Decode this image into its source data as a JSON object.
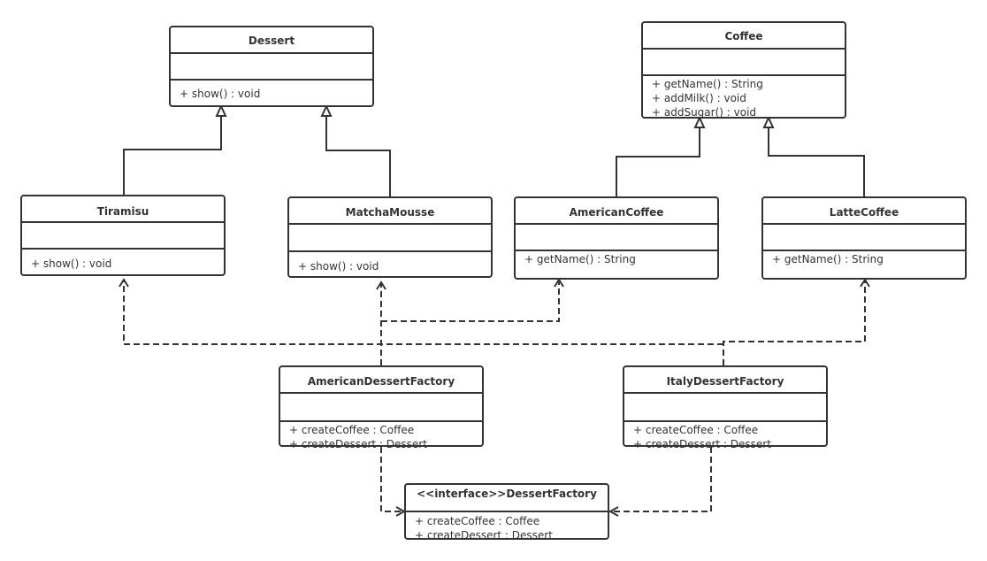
{
  "classes": {
    "dessert": {
      "name": "Dessert",
      "ops": [
        "+ show() : void"
      ]
    },
    "coffee": {
      "name": "Coffee",
      "ops": [
        "+ getName() : String",
        "+ addMilk() : void",
        "+ addSugar() : void"
      ]
    },
    "tiramisu": {
      "name": "Tiramisu",
      "ops": [
        "+ show() : void"
      ]
    },
    "matcha_mousse": {
      "name": "MatchaMousse",
      "ops": [
        "+ show() : void"
      ]
    },
    "american_coffee": {
      "name": "AmericanCoffee",
      "ops": [
        "+ getName() : String"
      ]
    },
    "latte_coffee": {
      "name": "LatteCoffee",
      "ops": [
        "+ getName() : String"
      ]
    },
    "american_dessert_factory": {
      "name": "AmericanDessertFactory",
      "ops": [
        "+ createCoffee : Coffee",
        "+ createDessert : Dessert"
      ]
    },
    "italy_dessert_factory": {
      "name": "ItalyDessertFactory",
      "ops": [
        "+ createCoffee : Coffee",
        "+ createDessert : Dessert"
      ]
    },
    "dessert_factory": {
      "name": "<<interface>>DessertFactory",
      "ops": [
        "+ createCoffee : Coffee",
        "+ createDessert : Dessert"
      ]
    }
  },
  "relations": [
    {
      "type": "generalization",
      "from": "Tiramisu",
      "to": "Dessert"
    },
    {
      "type": "generalization",
      "from": "MatchaMousse",
      "to": "Dessert"
    },
    {
      "type": "generalization",
      "from": "AmericanCoffee",
      "to": "Coffee"
    },
    {
      "type": "generalization",
      "from": "LatteCoffee",
      "to": "Coffee"
    },
    {
      "type": "dependency",
      "from": "AmericanDessertFactory",
      "to": "MatchaMousse"
    },
    {
      "type": "dependency",
      "from": "AmericanDessertFactory",
      "to": "AmericanCoffee"
    },
    {
      "type": "dependency",
      "from": "ItalyDessertFactory",
      "to": "Tiramisu"
    },
    {
      "type": "dependency",
      "from": "ItalyDessertFactory",
      "to": "LatteCoffee"
    },
    {
      "type": "realization",
      "from": "AmericanDessertFactory",
      "to": "<<interface>>DessertFactory"
    },
    {
      "type": "realization",
      "from": "ItalyDessertFactory",
      "to": "<<interface>>DessertFactory"
    }
  ]
}
